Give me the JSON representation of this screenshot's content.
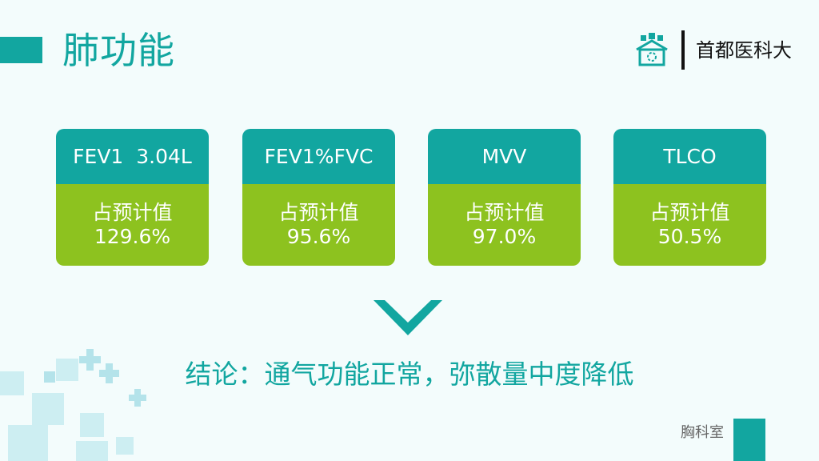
{
  "slide": {
    "title": "肺功能",
    "logo_text": "首都医科大",
    "cards": [
      {
        "header": "FEV1  3.04L",
        "label": "占预计值",
        "value": "129.6%"
      },
      {
        "header": "FEV1%FVC",
        "label": "占预计值",
        "value": "95.6%"
      },
      {
        "header": "MVV",
        "label": "占预计值",
        "value": "97.0%"
      },
      {
        "header": "TLCO",
        "label": "占预计值",
        "value": "50.5%"
      }
    ],
    "conclusion": "结论：通气功能正常，弥散量中度降低",
    "footer": "胸科室"
  },
  "colors": {
    "teal": "#12a6a0",
    "green": "#8dc21f",
    "background": "#f3fcfc"
  },
  "icons": {
    "logo": "university-logo-icon",
    "arrow": "chevron-down-icon",
    "decoration": "medical-cross-pattern"
  }
}
